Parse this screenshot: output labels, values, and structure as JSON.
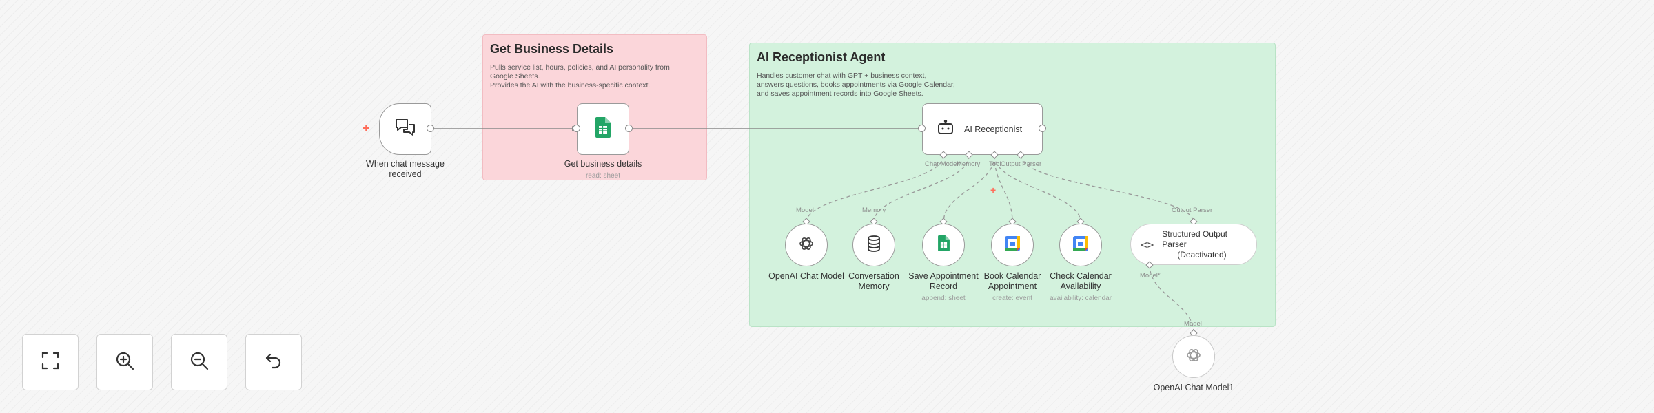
{
  "stickies": {
    "business": {
      "title": "Get Business Details",
      "body": "Pulls service list, hours, policies, and AI personality from\nGoogle Sheets.\nProvides the AI with the business-specific context."
    },
    "agent": {
      "title": "AI Receptionist Agent",
      "body": "Handles customer chat with GPT + business context,\nanswers questions, books appointments via Google Calendar,\nand saves appointment records into Google Sheets."
    }
  },
  "nodes": {
    "trigger": {
      "label": "When chat message received",
      "icon": "chat-bubbles-icon"
    },
    "sheets": {
      "label": "Get business details",
      "subtitle": "read: sheet",
      "icon": "google-sheets-icon"
    },
    "agent": {
      "label": "AI Receptionist",
      "icon": "robot-icon"
    },
    "openai": {
      "label": "OpenAI Chat Model",
      "icon": "openai-icon"
    },
    "memory": {
      "label": "Conversation Memory",
      "icon": "database-icon"
    },
    "save": {
      "label": "Save Appointment Record",
      "subtitle": "append: sheet",
      "icon": "google-sheets-icon"
    },
    "book": {
      "label": "Book Calendar Appointment",
      "subtitle": "create: event",
      "icon": "google-calendar-icon"
    },
    "check": {
      "label": "Check Calendar Availability",
      "subtitle": "availability: calendar",
      "icon": "google-calendar-icon"
    },
    "parser": {
      "label": "Structured Output Parser",
      "status": "(Deactivated)",
      "icon": "code-brackets-icon"
    },
    "openai2": {
      "label": "OpenAI Chat Model1",
      "icon": "openai-icon"
    }
  },
  "ports": {
    "chat_model": "Chat Model*",
    "memory": "Memory",
    "tool": "Tool",
    "output_parser": "Output Parser",
    "model_in": "Model",
    "memory_in": "Memory",
    "parser_in": "Output Parser",
    "parser_model": "Model*",
    "model1_in": "Model"
  },
  "controls": [
    {
      "name": "fit-view-button",
      "icon": "fullscreen-icon"
    },
    {
      "name": "zoom-in-button",
      "icon": "zoom-in-icon"
    },
    {
      "name": "zoom-out-button",
      "icon": "zoom-out-icon"
    },
    {
      "name": "reset-button",
      "icon": "undo-icon"
    }
  ],
  "colors": {
    "sticky_red": "#fbd6da",
    "sticky_green": "#d3f2dd",
    "sheets_green": "#23a566",
    "calendar_blue": "#4285f4",
    "add_plus": "#ff6d5a"
  }
}
